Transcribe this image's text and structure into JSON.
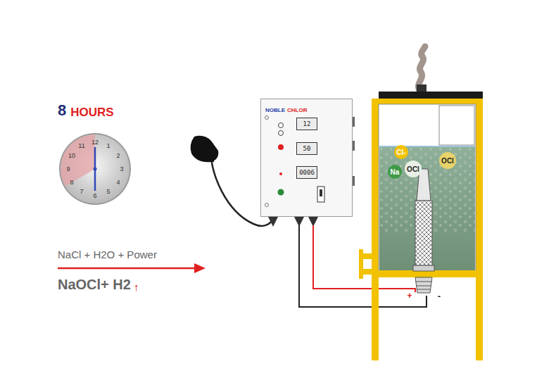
{
  "diagram": {
    "nodes": [
      {
        "text": [
          "NOBLE",
          "CHLOR"
        ]
      },
      {
        "text": [
          "12"
        ],
        "in": 0
      },
      {
        "text": [
          "50"
        ],
        "in": 0
      },
      {
        "text": [
          "0006"
        ],
        "in": 0
      },
      {
        "text": [
          "Cl-"
        ]
      },
      {
        "text": [
          "Na"
        ]
      },
      {
        "text": [
          "OCl"
        ]
      },
      {
        "text": [
          "OCl"
        ]
      }
    ],
    "labels": [
      "8",
      "HOURS",
      "1",
      "2",
      "3",
      "4",
      "5",
      "6",
      "7",
      "8",
      "9",
      "10",
      "11",
      "12",
      "+",
      "-",
      "NaCl + H2O + Power",
      "NaOCl+ H2",
      "↑"
    ]
  }
}
